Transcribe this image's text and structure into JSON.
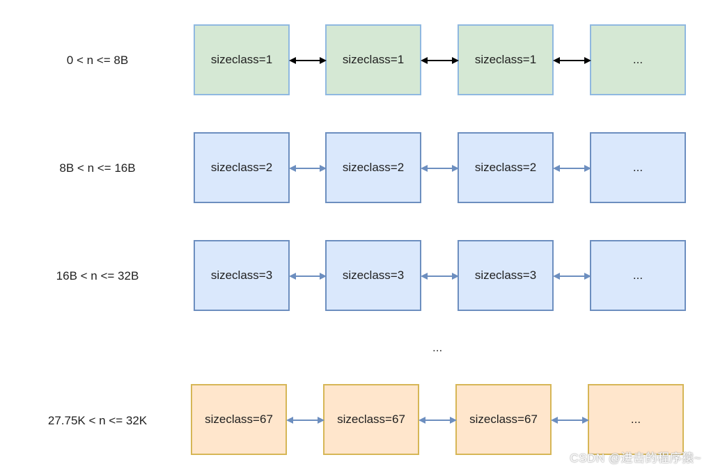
{
  "rows": [
    {
      "label": "0 < n <= 8B",
      "nodes": [
        "sizeclass=1",
        "sizeclass=1",
        "sizeclass=1",
        "..."
      ],
      "color": "#d5e8d4",
      "arrow_color": "#000000"
    },
    {
      "label": "8B < n <= 16B",
      "nodes": [
        "sizeclass=2",
        "sizeclass=2",
        "sizeclass=2",
        "..."
      ],
      "color": "#dae8fc",
      "arrow_color": "#6c8ebf"
    },
    {
      "label": "16B < n <= 32B",
      "nodes": [
        "sizeclass=3",
        "sizeclass=3",
        "sizeclass=3",
        "..."
      ],
      "color": "#dae8fc",
      "arrow_color": "#6c8ebf"
    },
    {
      "label": "27.75K < n <= 32K",
      "nodes": [
        "sizeclass=67",
        "sizeclass=67",
        "sizeclass=67",
        "..."
      ],
      "color": "#ffe6cc",
      "arrow_color": "#6c8ebf"
    }
  ],
  "gap_ellipsis": "...",
  "watermark": "CSDN @进击的程序猿~"
}
